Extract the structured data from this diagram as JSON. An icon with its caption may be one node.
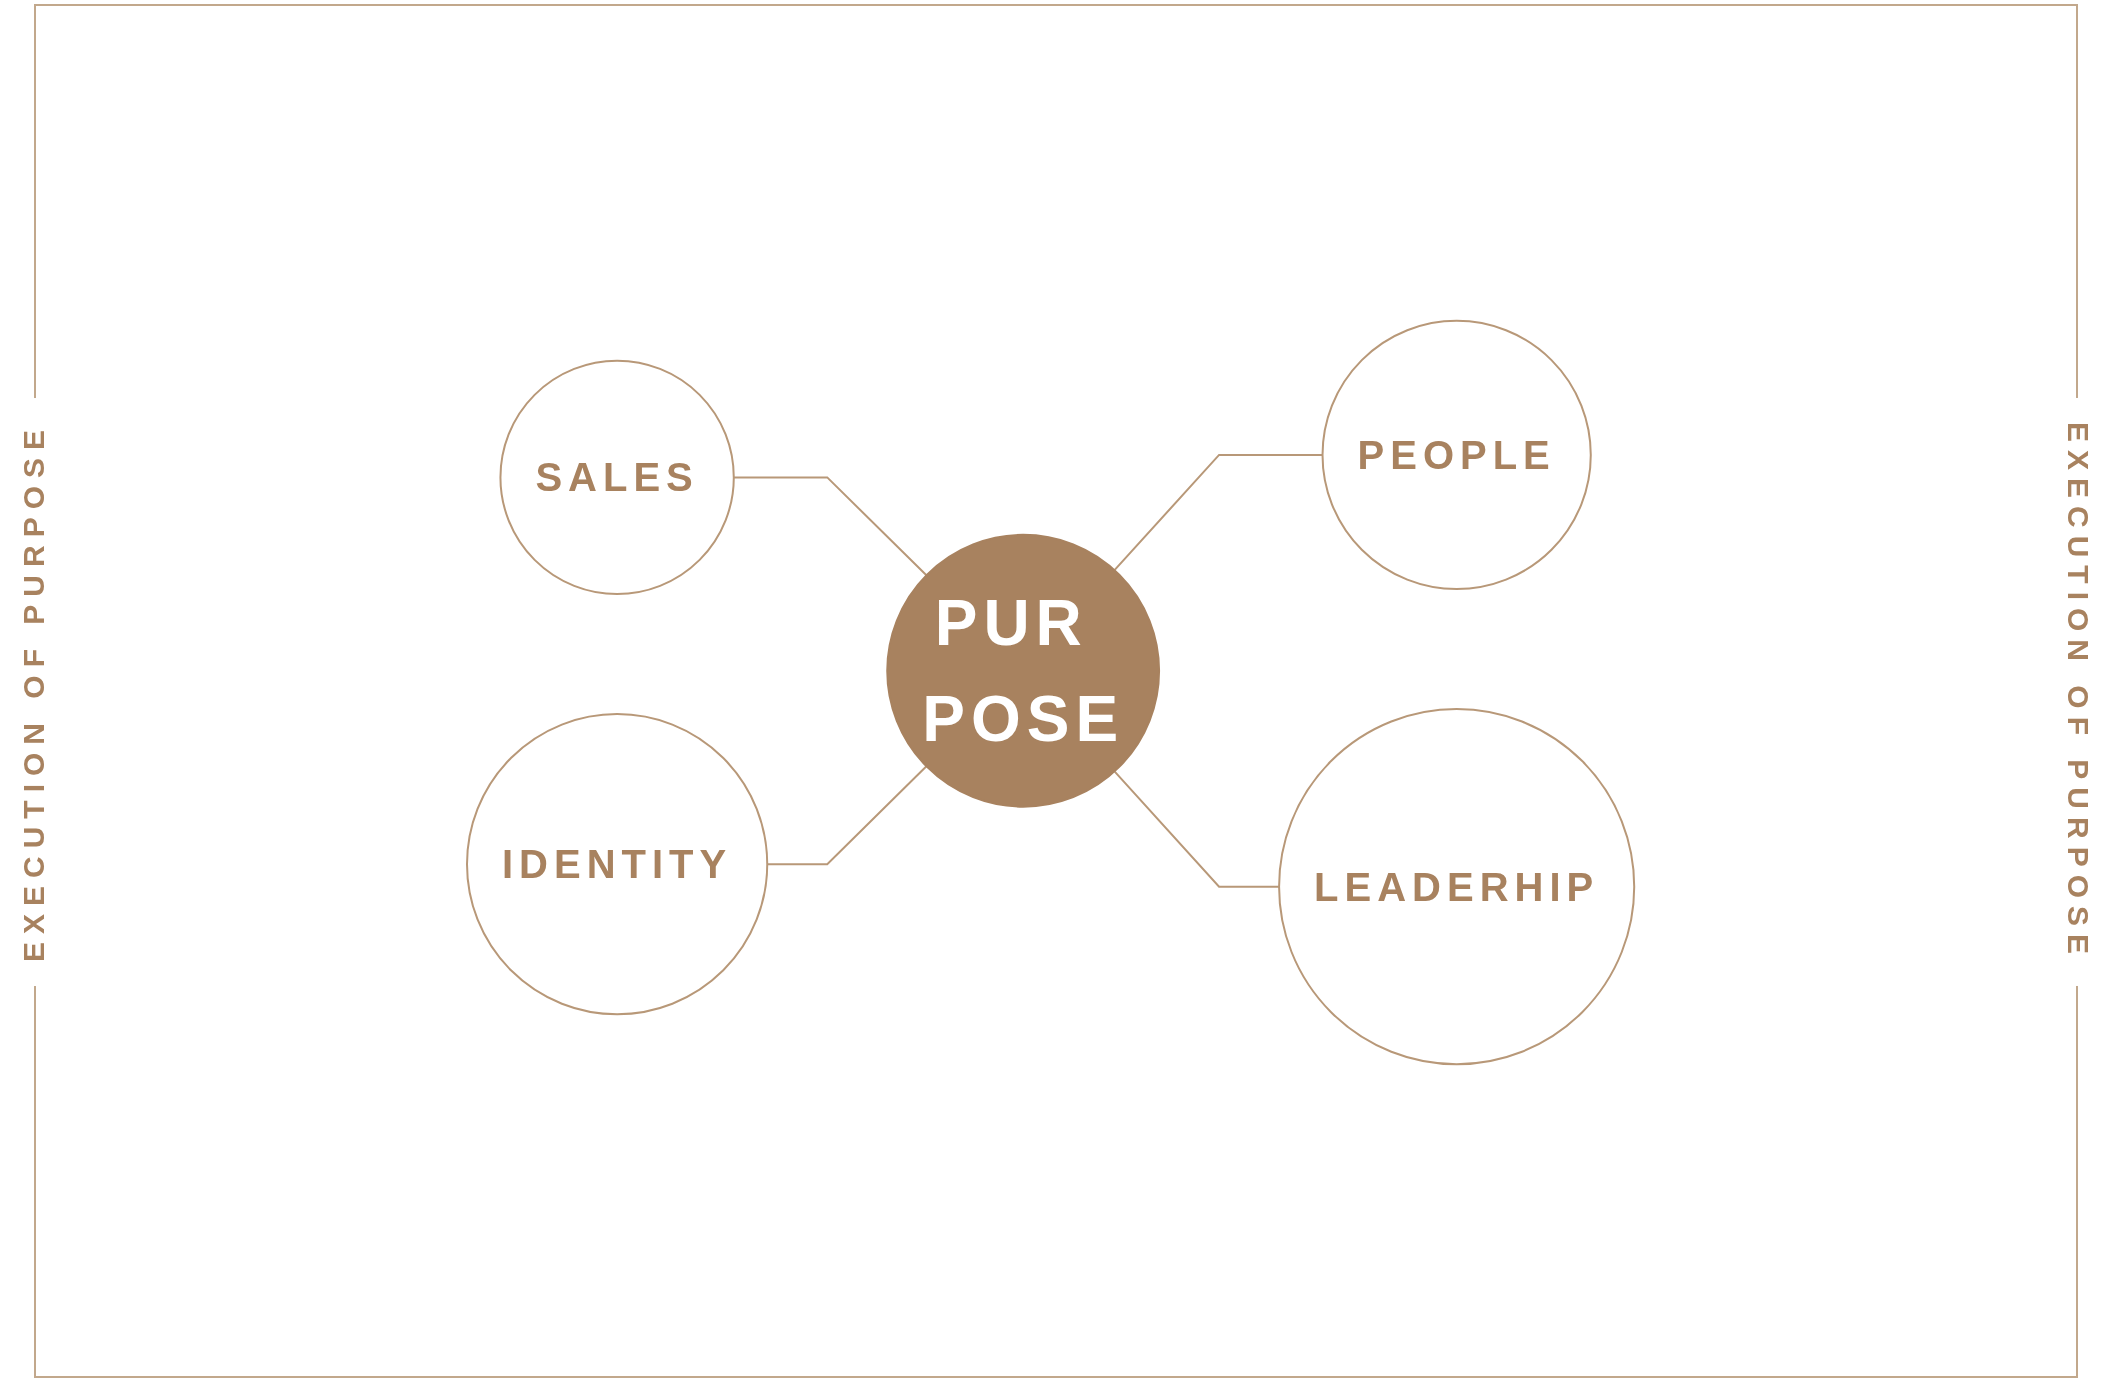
{
  "diagram": {
    "nodes": [
      {
        "text": [
          "SALES"
        ]
      },
      {
        "text": [
          "PEOPLE"
        ]
      },
      {
        "text": [
          "PUR POSE"
        ]
      },
      {
        "text": [
          "IDENTITY"
        ]
      },
      {
        "text": [
          "LEADERHIP"
        ]
      }
    ],
    "edges": [
      {
        "from": 0,
        "to": 2,
        "arrow": "none"
      },
      {
        "from": 2,
        "to": 1,
        "arrow": "none"
      },
      {
        "from": 3,
        "to": 2,
        "arrow": "none"
      },
      {
        "from": 2,
        "to": 4,
        "arrow": "none"
      }
    ],
    "labels": [
      "EXECUTION OF PURPOSE",
      "EXECUTION OF PURPOSE"
    ]
  }
}
